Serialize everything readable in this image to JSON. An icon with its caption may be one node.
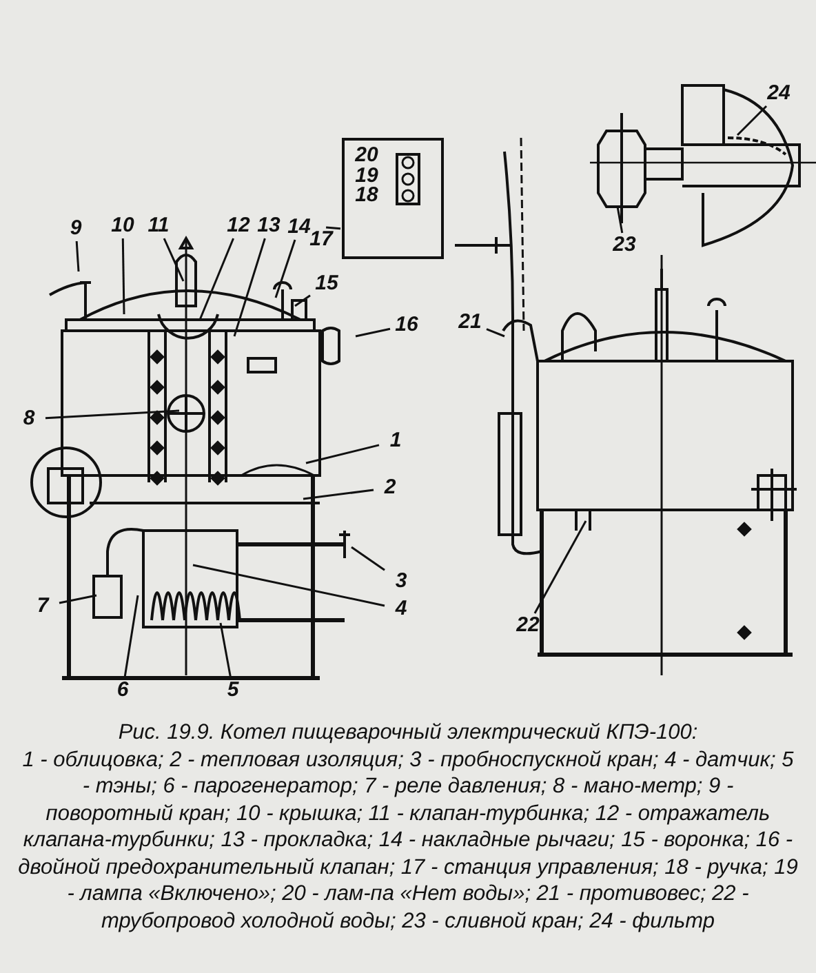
{
  "diagram": {
    "title": "Рис. 19.9. Котел пищеварочный электрический КПЭ-100:",
    "caption": "1 - облицовка; 2 - тепловая изоляция; 3 - пробноспускной кран; 4 - датчик; 5 - тэны; 6 - парогенератор; 7 - реле давления; 8 - мано-метр; 9 - поворотный кран; 10 - крышка; 11 - клапан-турбинка; 12 - отражатель клапана-турбинки; 13 - прокладка; 14 - накладные рычаги; 15 - воронка; 16 - двойной предохранительный клапан; 17 - станция управления; 18 - ручка; 19 - лампа «Включено»; 20 - лам-па «Нет воды»; 21 - противовес; 22 - трубопровод холодной воды; 23 - сливной кран; 24 - фильтр",
    "nodes": [
      {
        "text": [
          "1"
        ]
      },
      {
        "text": [
          "2"
        ]
      },
      {
        "text": [
          "3"
        ]
      },
      {
        "text": [
          "4"
        ]
      },
      {
        "text": [
          "5"
        ]
      },
      {
        "text": [
          "6"
        ]
      },
      {
        "text": [
          "7"
        ]
      },
      {
        "text": [
          "8"
        ]
      },
      {
        "text": [
          "9"
        ]
      },
      {
        "text": [
          "10"
        ]
      },
      {
        "text": [
          "11"
        ]
      },
      {
        "text": [
          "12"
        ]
      },
      {
        "text": [
          "13"
        ]
      },
      {
        "text": [
          "14"
        ]
      },
      {
        "text": [
          "15"
        ]
      },
      {
        "text": [
          "16"
        ]
      },
      {
        "text": [
          "17"
        ]
      },
      {
        "text": [],
        "shape": "box"
      },
      {
        "text": [
          "18"
        ],
        "in": 17
      },
      {
        "text": [
          "19"
        ],
        "in": 17
      },
      {
        "text": [
          "20"
        ],
        "in": 17
      },
      {
        "text": [
          "21"
        ]
      },
      {
        "text": [
          "22"
        ]
      },
      {
        "text": [
          "23"
        ]
      },
      {
        "text": [
          "24"
        ]
      }
    ],
    "edges": [
      {
        "from": 0,
        "to": null,
        "arrow": "none"
      },
      {
        "from": 1,
        "to": null,
        "arrow": "none"
      },
      {
        "from": 2,
        "to": null,
        "arrow": "none"
      },
      {
        "from": 3,
        "to": null,
        "arrow": "none"
      },
      {
        "from": 4,
        "to": null,
        "arrow": "none"
      },
      {
        "from": 5,
        "to": null,
        "arrow": "none"
      },
      {
        "from": 6,
        "to": null,
        "arrow": "none"
      },
      {
        "from": 7,
        "to": null,
        "arrow": "none"
      },
      {
        "from": 8,
        "to": null,
        "arrow": "none"
      },
      {
        "from": 9,
        "to": null,
        "arrow": "none"
      },
      {
        "from": 10,
        "to": null,
        "arrow": "none"
      },
      {
        "from": 11,
        "to": null,
        "arrow": "none"
      },
      {
        "from": 12,
        "to": null,
        "arrow": "none"
      },
      {
        "from": 13,
        "to": null,
        "arrow": "none"
      },
      {
        "from": 14,
        "to": null,
        "arrow": "none"
      },
      {
        "from": 15,
        "to": null,
        "arrow": "none"
      },
      {
        "from": 16,
        "to": 17,
        "arrow": "none"
      },
      {
        "from": 21,
        "to": null,
        "arrow": "none"
      },
      {
        "from": 22,
        "to": null,
        "arrow": "none"
      },
      {
        "from": 23,
        "to": null,
        "arrow": "none"
      },
      {
        "from": 24,
        "to": null,
        "arrow": "none"
      }
    ]
  }
}
